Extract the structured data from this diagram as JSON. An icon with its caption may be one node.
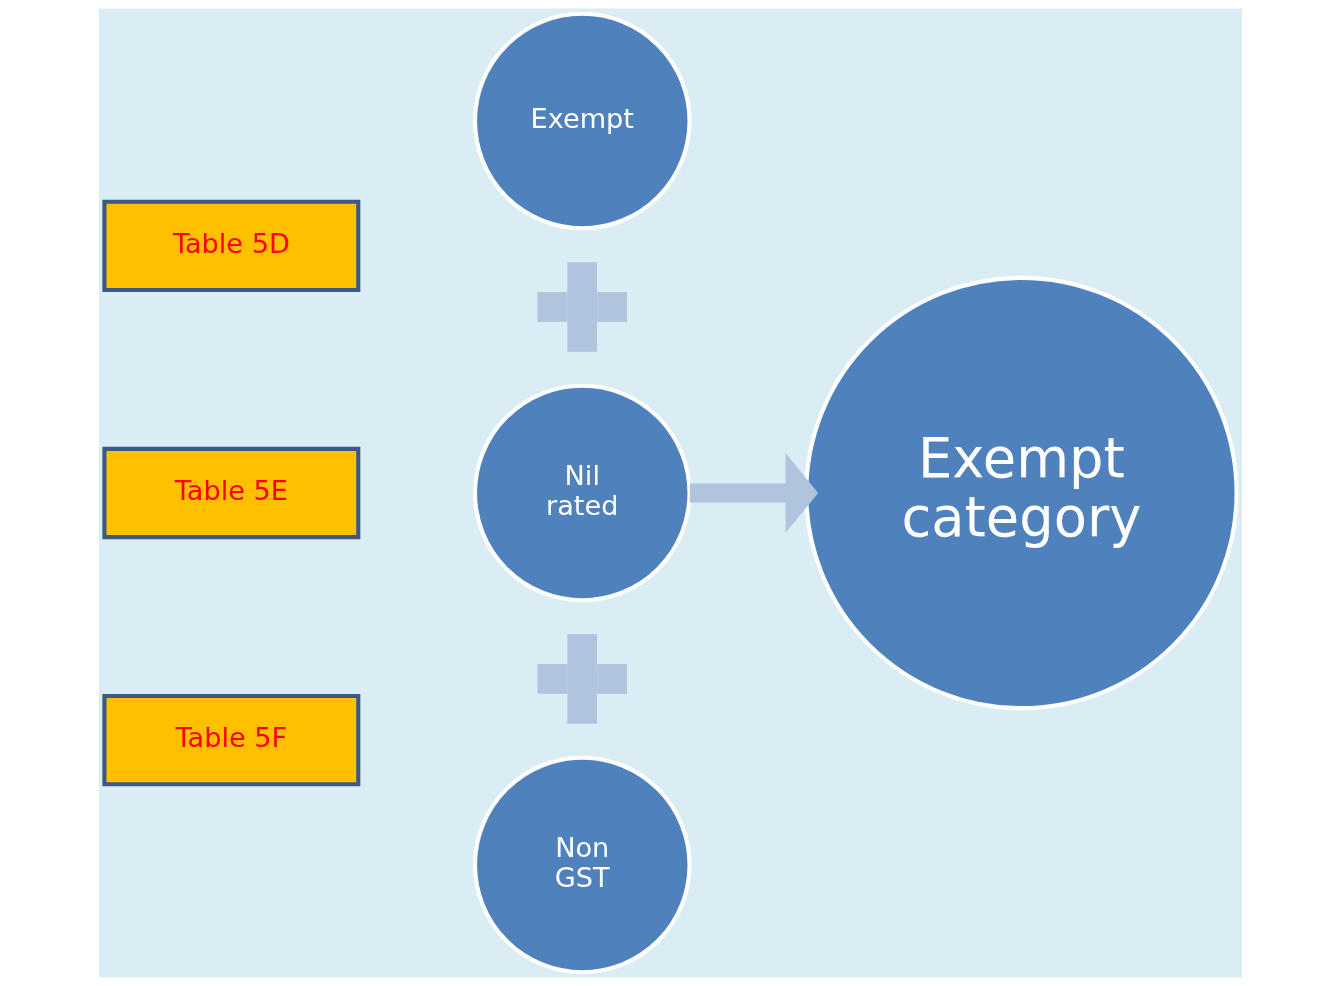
{
  "diagram": {
    "nodes": [
      {
        "text": [
          "Table 5D"
        ]
      },
      {
        "text": [
          "Table 5E"
        ]
      },
      {
        "text": [
          "Table 5F"
        ]
      },
      {
        "text": [
          "Exempt"
        ]
      },
      {
        "text": [],
        "shape": "plus"
      },
      {
        "text": [
          "Nil rated"
        ]
      },
      {
        "text": [],
        "shape": "plus"
      },
      {
        "text": [
          "Non GST"
        ]
      },
      {
        "text": [
          "Exempt category"
        ]
      }
    ],
    "edges": [
      {
        "from": 5,
        "to": 8,
        "arrow": "to",
        "color": "#b0c4de"
      }
    ]
  }
}
